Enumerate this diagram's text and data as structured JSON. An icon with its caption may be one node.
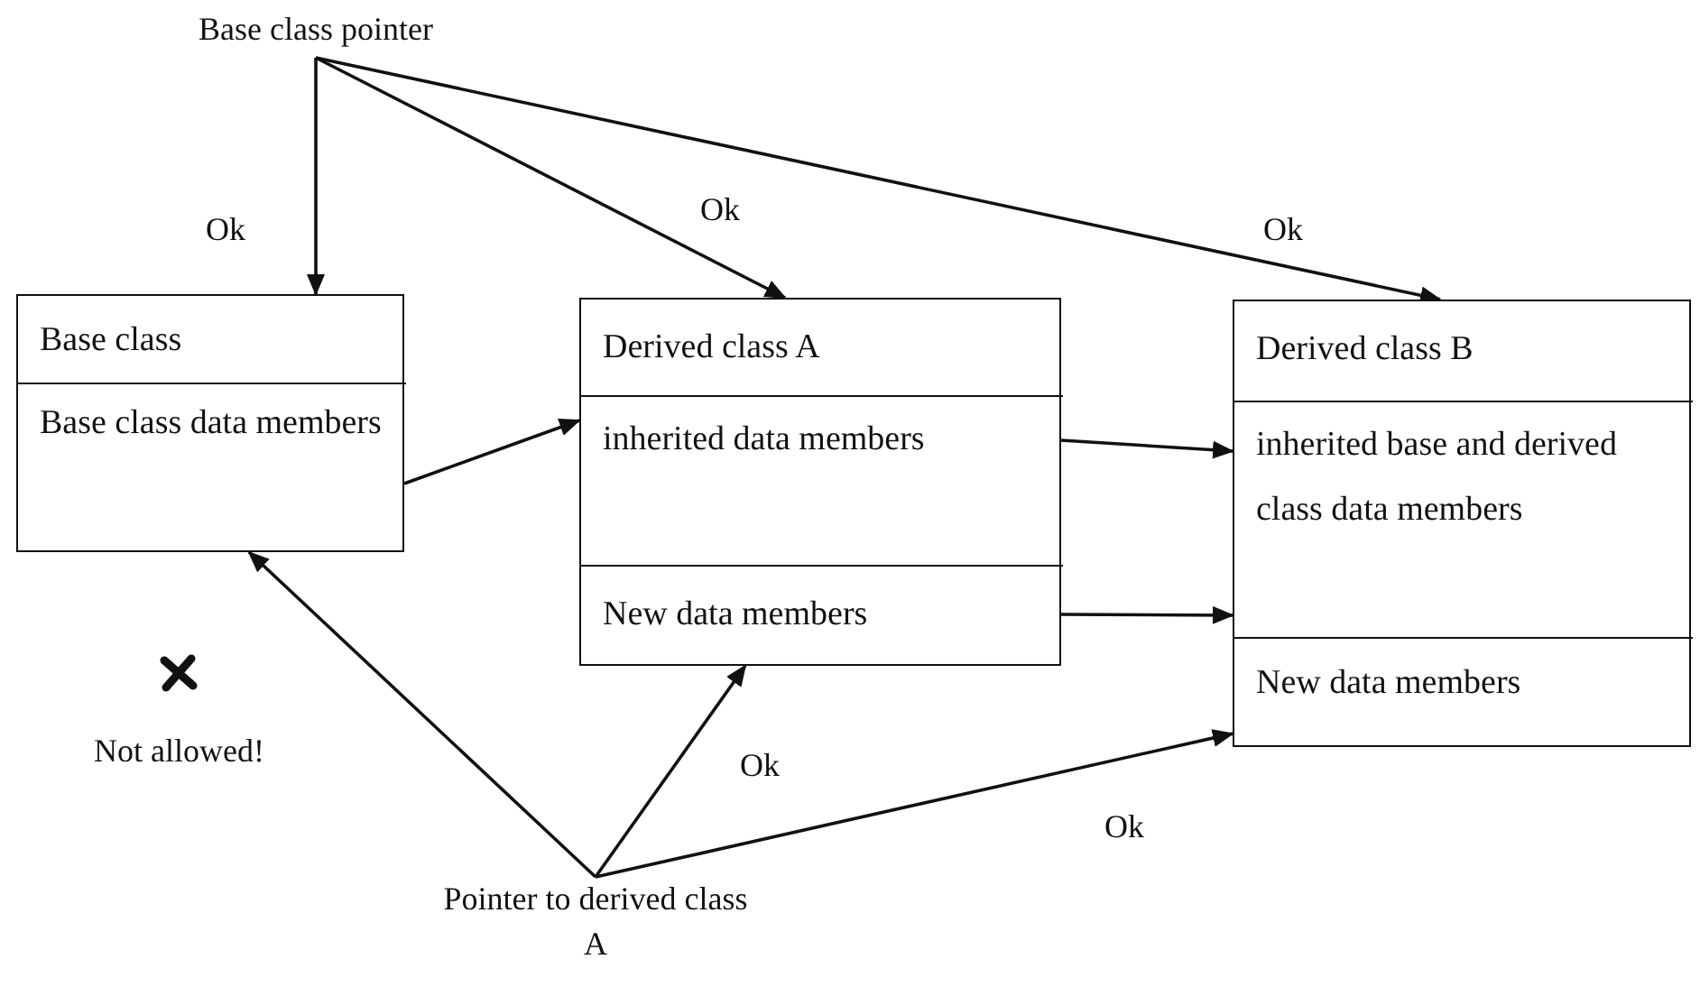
{
  "diagram": {
    "nodes": [
      {
        "text": [
          "Base class pointer"
        ]
      },
      {
        "text": [
          "Base class"
        ]
      },
      {
        "text": [
          "Base class data members"
        ],
        "in": 1
      },
      {
        "text": [
          "Derived class A"
        ]
      },
      {
        "text": [
          "inherited data members"
        ],
        "in": 3
      },
      {
        "text": [
          "New data members"
        ],
        "in": 3
      },
      {
        "text": [
          "Derived class B"
        ]
      },
      {
        "text": [
          "inherited base and derived class data members"
        ],
        "in": 6
      },
      {
        "text": [
          "New data members"
        ],
        "in": 6
      },
      {
        "text": [
          "Pointer to derived class A"
        ]
      }
    ],
    "edges": [
      {
        "from": 0,
        "to": 1,
        "arrow": "to",
        "label": "Ok"
      },
      {
        "from": 0,
        "to": 3,
        "arrow": "to",
        "label": "Ok"
      },
      {
        "from": 0,
        "to": 6,
        "arrow": "to",
        "label": "Ok"
      },
      {
        "from": 2,
        "to": 4,
        "arrow": "to"
      },
      {
        "from": 4,
        "to": 7,
        "arrow": "to"
      },
      {
        "from": 5,
        "to": 7,
        "arrow": "to"
      },
      {
        "from": 9,
        "to": 1,
        "arrow": "to",
        "label": "Not allowed!"
      },
      {
        "from": 9,
        "to": 3,
        "arrow": "to",
        "label": "Ok"
      },
      {
        "from": 9,
        "to": 6,
        "arrow": "to",
        "label": "Ok"
      }
    ]
  }
}
